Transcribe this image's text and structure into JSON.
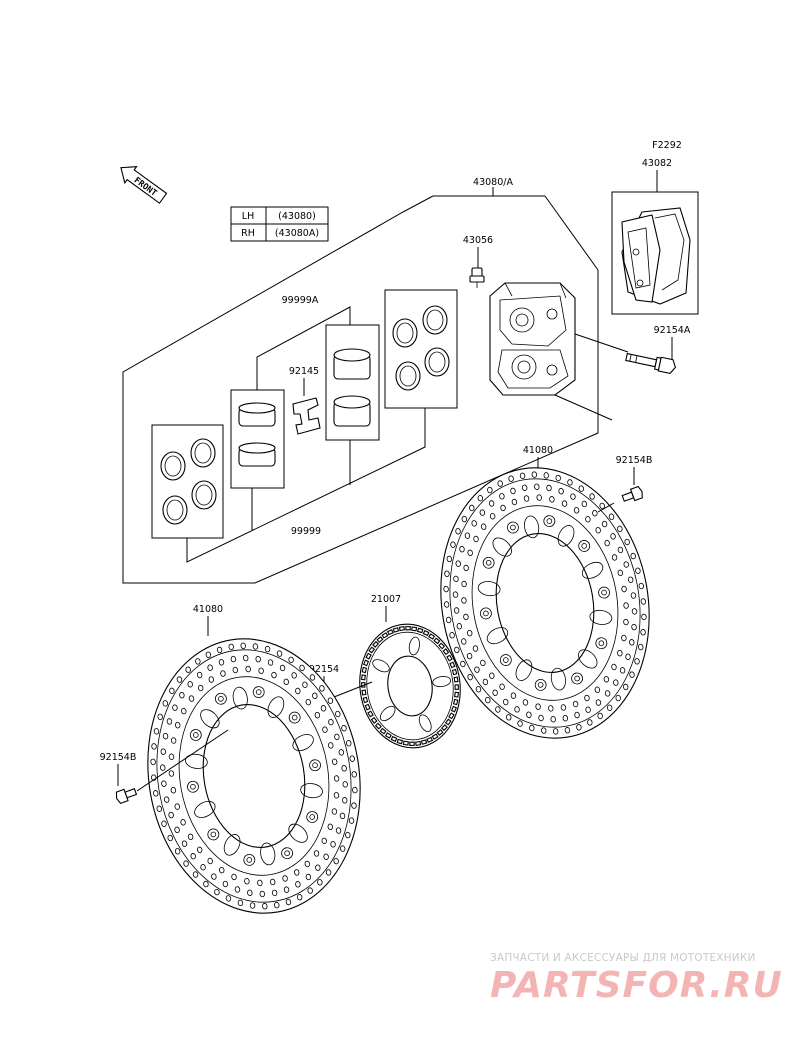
{
  "diagram": {
    "code": "F2292",
    "front_label": "FRONT",
    "table": [
      {
        "side": "LH",
        "number": "(43080)"
      },
      {
        "side": "RH",
        "number": "(43080A)"
      }
    ],
    "labels": {
      "caliper_assy": "43080/A",
      "pad_set": "43082",
      "bleeder": "43056",
      "bolt_caliper": "92154A",
      "kit_upper": "99999A",
      "spring": "92145",
      "kit_lower": "99999",
      "disc_right": "41080",
      "bolt_disc_right": "92154B",
      "sensor_rotor": "21007",
      "disc_left": "41080",
      "bolt_rotor": "92154",
      "bolt_disc_left": "92154B"
    }
  },
  "watermark": {
    "caption": "ЗАПЧАСТИ И АКСЕССУАРЫ ДЛЯ МОТОТЕХНИКИ",
    "logo": "PARTSFOR.RU"
  }
}
